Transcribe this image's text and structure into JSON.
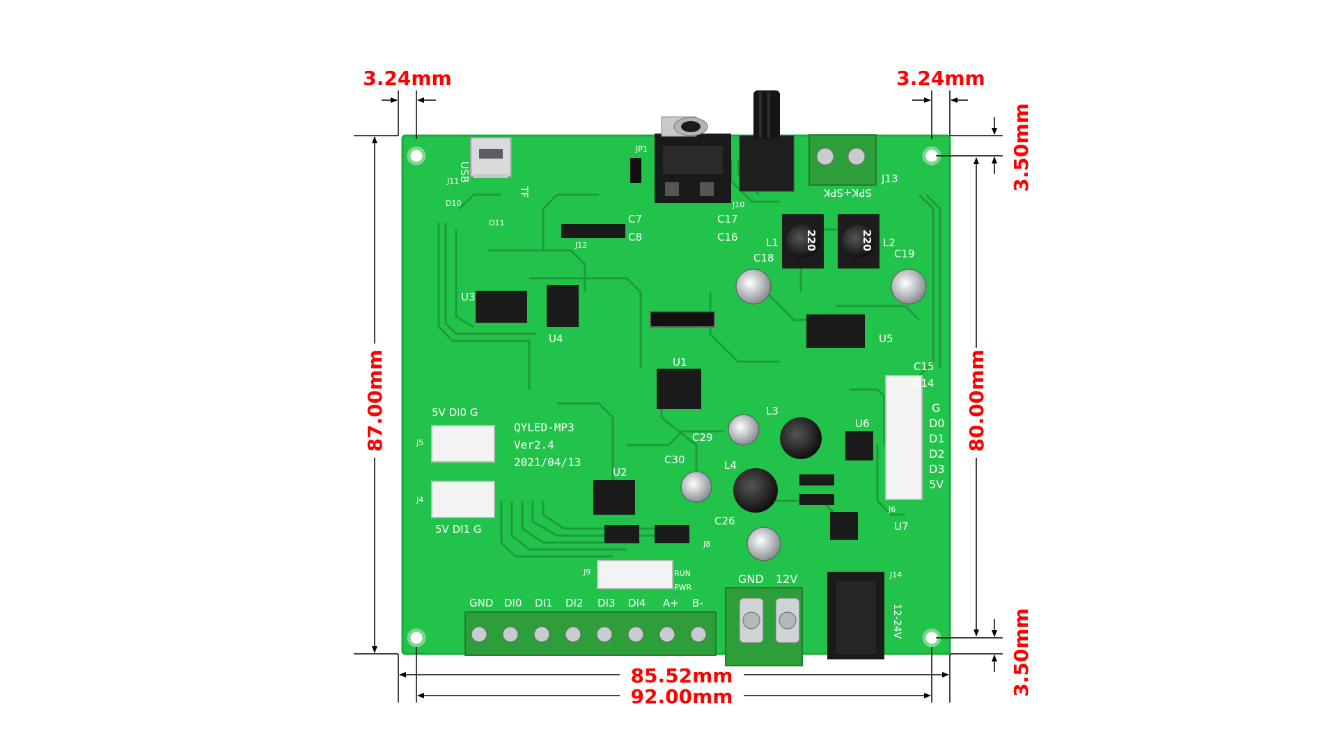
{
  "dimensions": {
    "top_left_offset": "3.24mm",
    "top_right_offset": "3.24mm",
    "right_top_offset": "3.50mm",
    "right_bottom_offset": "3.50mm",
    "total_height": "87.00mm",
    "hole_height": "80.00mm",
    "hole_width": "85.52mm",
    "total_width": "92.00mm"
  },
  "colors": {
    "dimension": "#ff0000",
    "board": "#22c34a",
    "board_edge": "#1aa83e",
    "trace": "#1e9a3c",
    "silkscreen": "#ffffff",
    "terminal": "#2e9e3a"
  },
  "board": {
    "name": "QYLED-MP3",
    "version": "Ver2.4",
    "date": "2021/04/13",
    "usb_label": "USB",
    "tf_label": "TF",
    "speaker_label": "SPK+SPK",
    "power_range": "12-24V",
    "component_labels": [
      "J11",
      "D10",
      "D11",
      "J12",
      "JP1",
      "J10",
      "J13",
      "U3",
      "U4",
      "U1",
      "U2",
      "U5",
      "U6",
      "U7",
      "L1",
      "L2",
      "L3",
      "L4",
      "C7",
      "C8",
      "C17",
      "C16",
      "C18",
      "C19",
      "C29",
      "C30",
      "C26",
      "C15",
      "C14",
      "J5",
      "J4",
      "J6",
      "J9",
      "J14",
      "J8",
      "PWR",
      "RUN"
    ],
    "j5_header_label": "5V DI0 G",
    "j4_header_label": "5V DI1 G",
    "j6_pins": [
      "G",
      "D0",
      "D1",
      "D2",
      "D3",
      "5V"
    ],
    "terminal_labels": [
      "GND",
      "DI0",
      "DI1",
      "DI2",
      "DI3",
      "DI4",
      "A+",
      "B-"
    ],
    "power_terminal_labels": [
      "GND",
      "12V"
    ],
    "inductor_marking": "220"
  }
}
